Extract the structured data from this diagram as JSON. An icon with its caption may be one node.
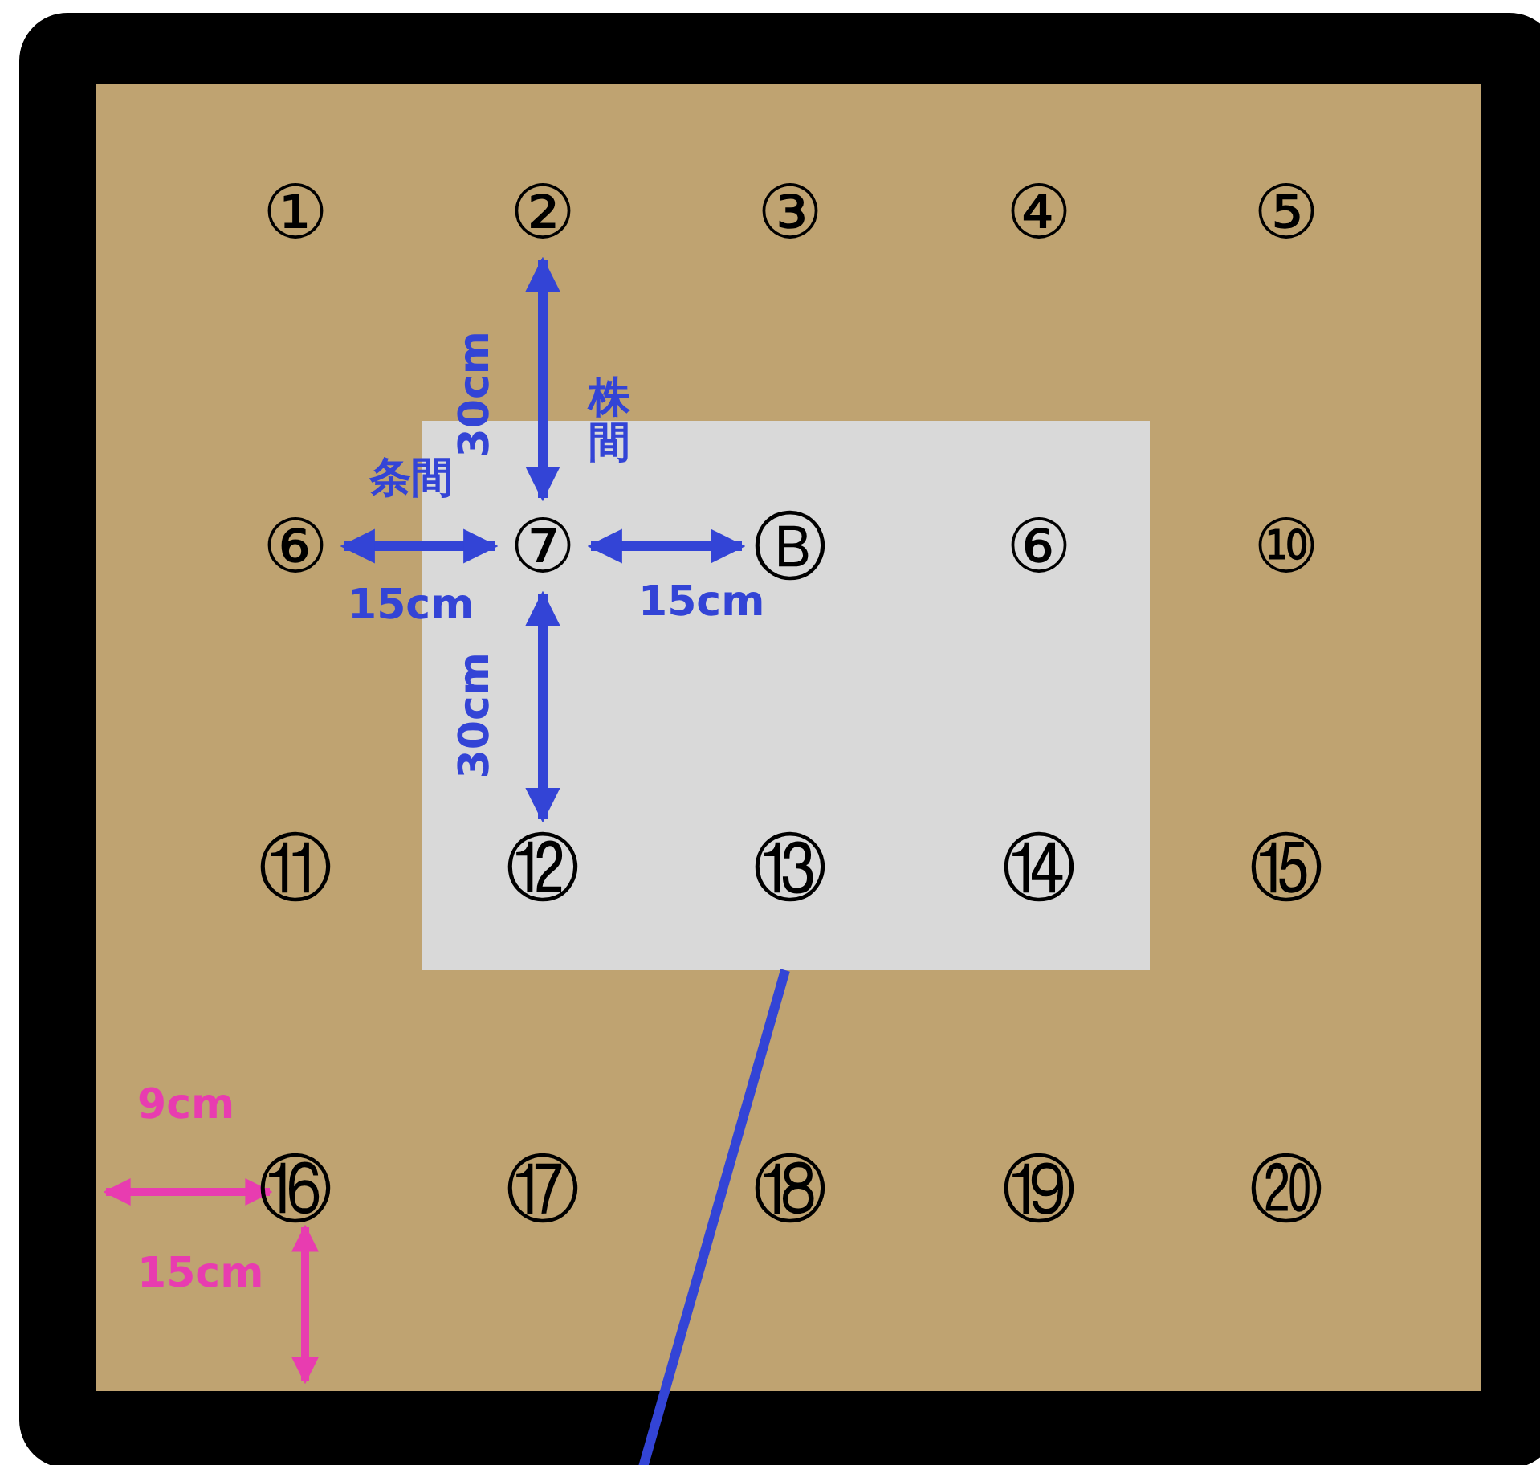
{
  "diagram": {
    "nodes": [
      {
        "text": [],
        "shape": "box"
      },
      {
        "text": [],
        "shape": "box",
        "in": 0
      },
      {
        "text": [
          "①"
        ],
        "in": 0
      },
      {
        "text": [
          "②"
        ],
        "in": 0
      },
      {
        "text": [
          "③"
        ],
        "in": 0
      },
      {
        "text": [
          "④"
        ],
        "in": 0
      },
      {
        "text": [
          "⑤"
        ],
        "in": 0
      },
      {
        "text": [
          "⑥"
        ],
        "in": 0
      },
      {
        "text": [
          "⑦"
        ],
        "in": 1
      },
      {
        "text": [
          "Ⓑ"
        ],
        "in": 1
      },
      {
        "text": [
          "⑥"
        ],
        "in": 1
      },
      {
        "text": [
          "⑩"
        ],
        "in": 0
      },
      {
        "text": [
          "⑪"
        ],
        "in": 0
      },
      {
        "text": [
          "⑫"
        ],
        "in": 1
      },
      {
        "text": [
          "⑬"
        ],
        "in": 1
      },
      {
        "text": [
          "⑭"
        ],
        "in": 1
      },
      {
        "text": [
          "⑮"
        ],
        "in": 0
      },
      {
        "text": [
          "⑯"
        ],
        "in": 0
      },
      {
        "text": [
          "⑰"
        ],
        "in": 0
      },
      {
        "text": [
          "⑱"
        ],
        "in": 0
      },
      {
        "text": [
          "⑲"
        ],
        "in": 0
      },
      {
        "text": [
          "⑳"
        ],
        "in": 0
      }
    ],
    "edges": [
      {
        "from": 3,
        "to": 8,
        "arrow": "both",
        "label": "30cm"
      },
      {
        "from": 7,
        "to": 8,
        "arrow": "both",
        "label": "15cm"
      },
      {
        "from": 8,
        "to": 9,
        "arrow": "both",
        "label": "15cm"
      },
      {
        "from": 8,
        "to": 13,
        "arrow": "both",
        "label": "30cm"
      },
      {
        "from": 1,
        "to": null,
        "arrow": "none"
      }
    ],
    "labels": [
      "株間",
      "条間",
      "9cm",
      "15cm"
    ]
  }
}
